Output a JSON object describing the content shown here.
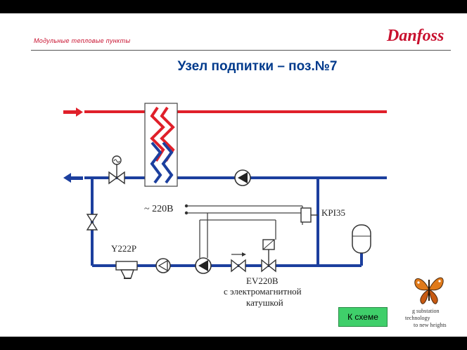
{
  "header": {
    "subtitle": "Модульные тепловые пункты",
    "brand": "Danfoss",
    "title": "Узел подпитки – поз.№7"
  },
  "diagram": {
    "labels": {
      "voltage": "~ 220В",
      "kpi": "KPI35",
      "strainer": "Y222P",
      "valve": "EV220B",
      "coil_line1": "с электромагнитной",
      "coil_line2": "катушкой"
    }
  },
  "footer": {
    "nav_button": "К схеме",
    "tagline_line1": "g substation",
    "tagline_line2": "technology",
    "tagline_line3": "to new heights"
  },
  "colors": {
    "supply": "#e0202a",
    "return": "#1c3f9e",
    "title": "#003a8c",
    "brand": "#c8102e",
    "button": "#3fcf6a"
  }
}
